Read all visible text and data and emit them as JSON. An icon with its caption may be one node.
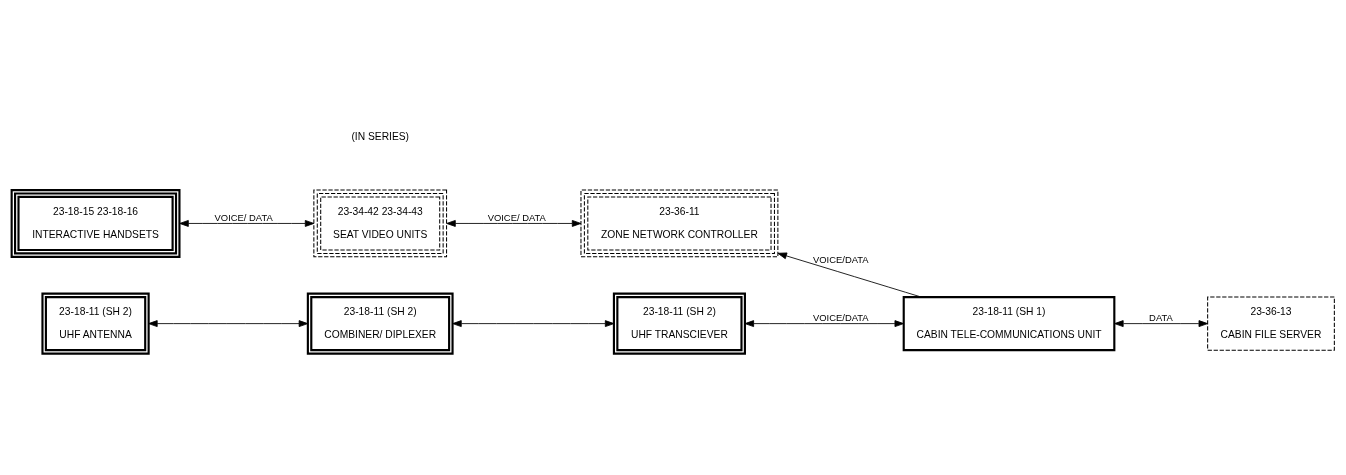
{
  "diagram": {
    "nodes": [
      {
        "text": [
          "23-18-15 23-18-16",
          "INTERACTIVE HANDSETS"
        ]
      },
      {
        "text": [
          "23-34-42 23-34-43",
          "SEAT VIDEO UNITS"
        ]
      },
      {
        "text": [
          "23-36-11",
          "ZONE NETWORK CONTROLLER"
        ]
      },
      {
        "text": [
          "23-18-11 (SH 1)",
          "CABIN TELE-COMMUNICATIONS UNIT"
        ]
      },
      {
        "text": [
          "23-18-11 (SH 2)",
          "UHF ANTENNA"
        ]
      },
      {
        "text": [
          "23-18-11 (SH 2)",
          "COMBINER/ DIPLEXER"
        ]
      },
      {
        "text": [
          "23-18-11 (SH 2)",
          "UHF TRANSCIEVER"
        ]
      },
      {
        "text": [
          "23-36-13",
          "CABIN FILE SERVER"
        ]
      }
    ],
    "edges": [
      {
        "from": 0,
        "to": 1,
        "arrow": "both",
        "label": "VOICE/ DATA"
      },
      {
        "from": 1,
        "to": 2,
        "arrow": "both",
        "label": "VOICE/ DATA"
      },
      {
        "from": 3,
        "to": 2,
        "arrow": "to",
        "label": "VOICE/DATA"
      },
      {
        "from": 3,
        "to": 7,
        "arrow": "both",
        "label": "DATA"
      },
      {
        "from": 4,
        "to": 5,
        "arrow": "both"
      },
      {
        "from": 5,
        "to": 6,
        "arrow": "both"
      },
      {
        "from": 6,
        "to": 3,
        "arrow": "both",
        "label": "VOICE/DATA"
      }
    ],
    "labels": [
      "(IN SERIES)"
    ]
  }
}
